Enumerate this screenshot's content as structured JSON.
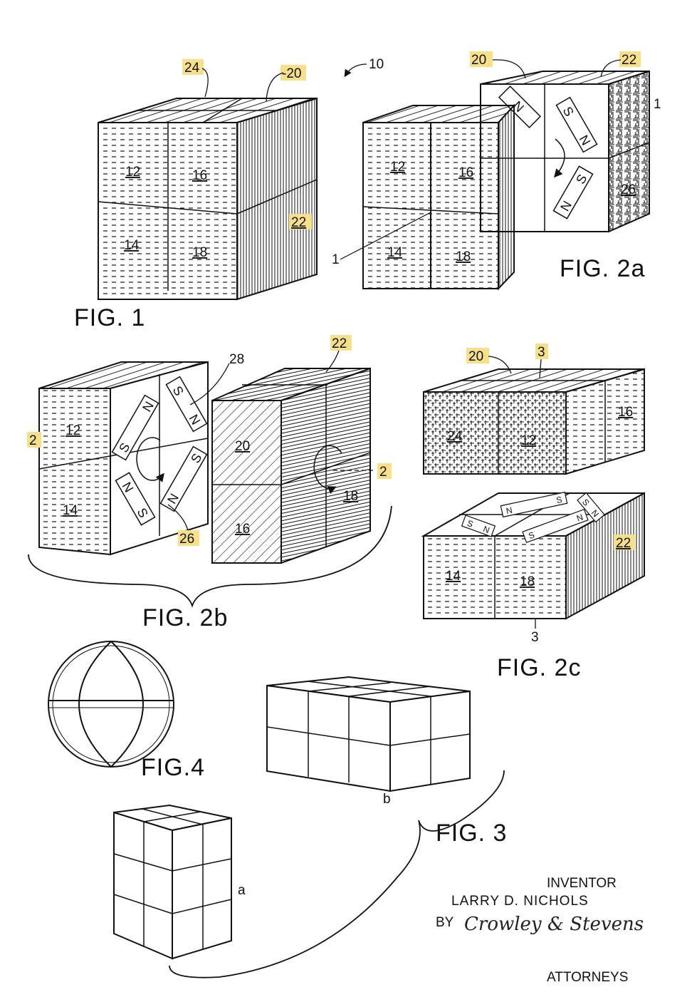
{
  "colors": {
    "ink": "#111111",
    "highlight": "#f7e08a",
    "paper": "#ffffff"
  },
  "figures": {
    "fig1": "FIG. 1",
    "fig2a": "FIG. 2a",
    "fig2b": "FIG. 2b",
    "fig2c": "FIG. 2c",
    "fig3": "FIG. 3",
    "fig4": "FIG.4"
  },
  "labels": {
    "n10": "10",
    "n12": "12",
    "n14": "14",
    "n16": "16",
    "n18": "18",
    "n20": "20",
    "n22": "22",
    "n24": "24",
    "n26": "26",
    "n28": "28",
    "n1": "1",
    "n2": "2",
    "n3": "3",
    "dash20": "-20",
    "a": "a",
    "b": "b",
    "N": "N",
    "S": "S"
  },
  "signature": {
    "inventor_heading": "INVENTOR",
    "inventor_name": "LARRY D. NICHOLS",
    "by": "BY",
    "attorneys_signature": "Crowley & Stevens",
    "attorneys": "ATTORNEYS"
  }
}
